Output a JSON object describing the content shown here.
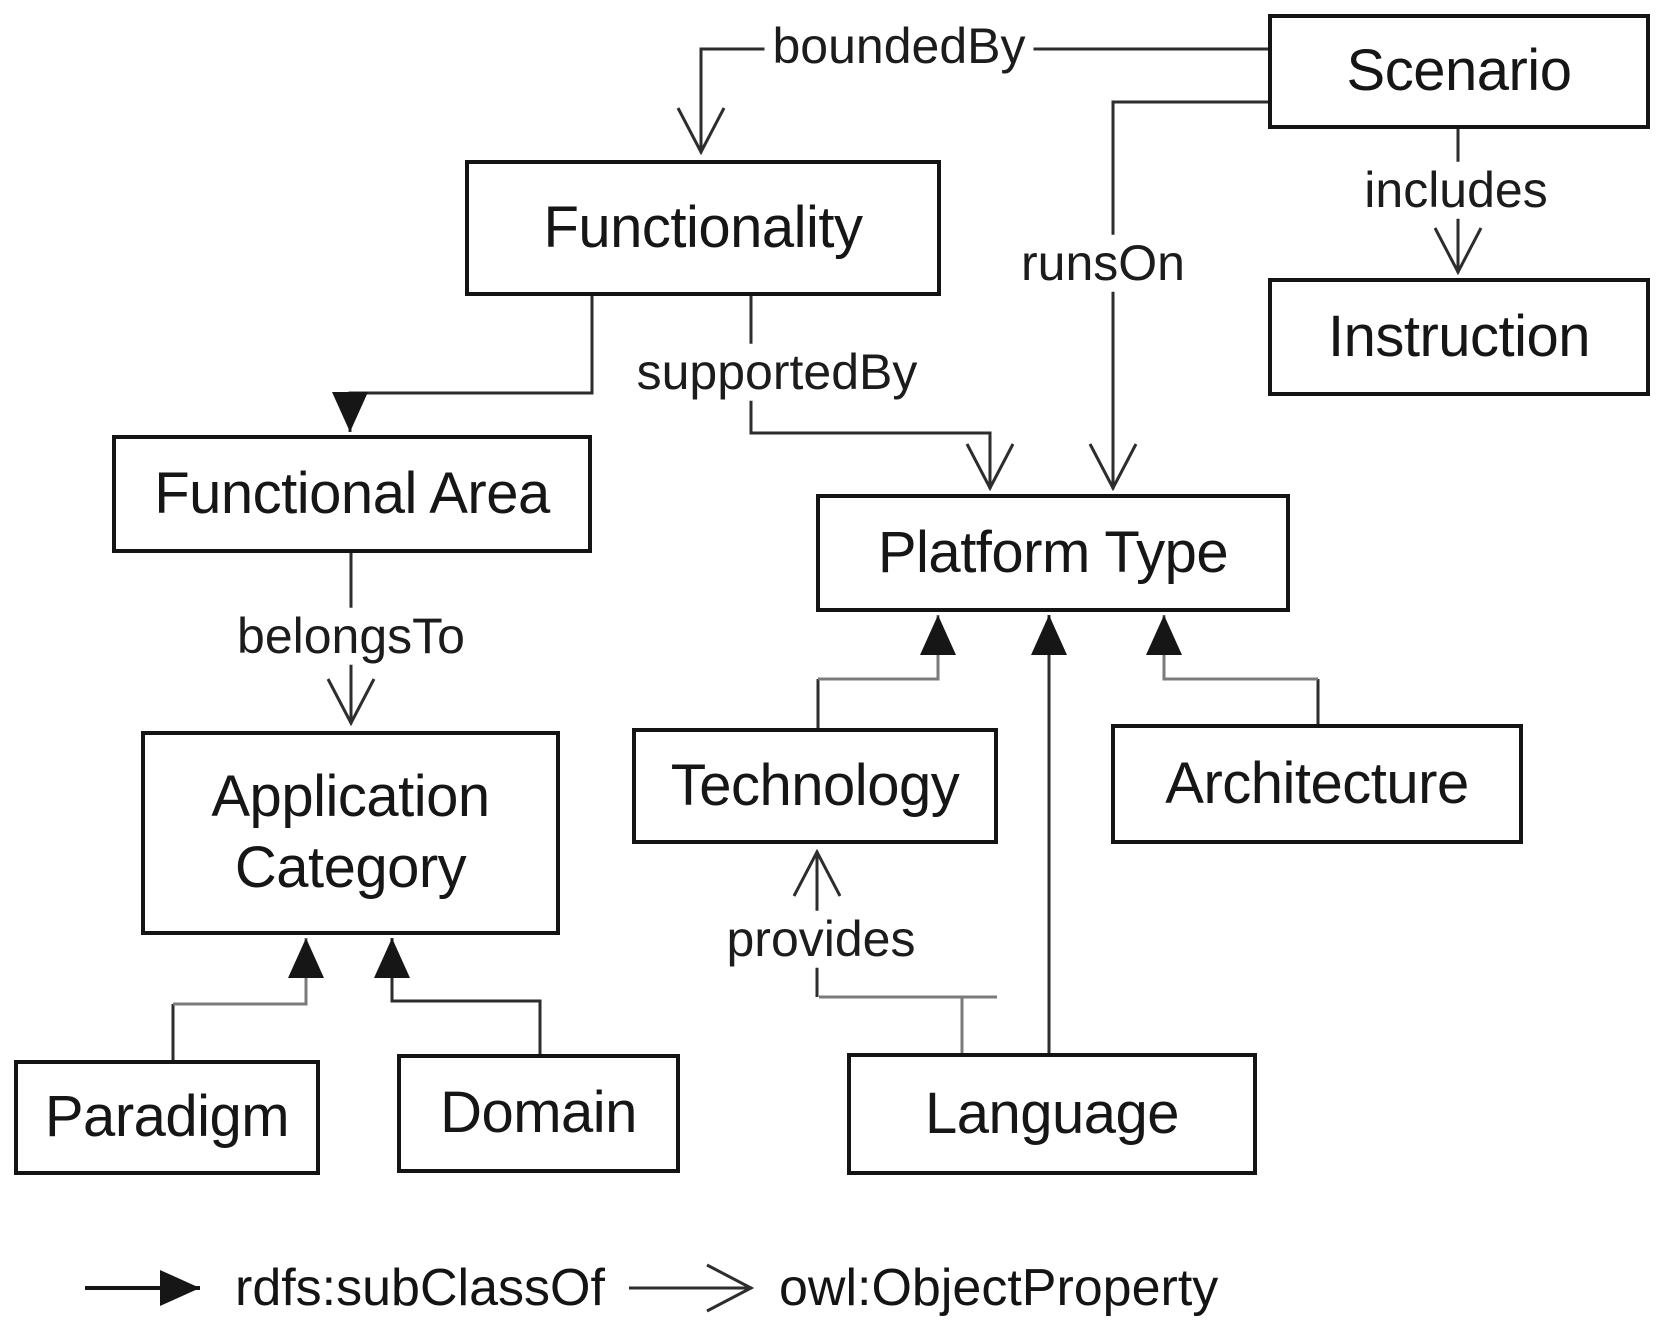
{
  "nodes": {
    "scenario": {
      "label": "Scenario"
    },
    "functionality": {
      "label": "Functionality"
    },
    "instruction": {
      "label": "Instruction"
    },
    "functional_area": {
      "label": "Functional Area"
    },
    "platform_type": {
      "label": "Platform Type"
    },
    "application_category": {
      "label": "Application Category"
    },
    "technology": {
      "label": "Technology"
    },
    "architecture": {
      "label": "Architecture"
    },
    "paradigm": {
      "label": "Paradigm"
    },
    "domain": {
      "label": "Domain"
    },
    "language": {
      "label": "Language"
    }
  },
  "edges": {
    "bounded_by": {
      "label": "boundedBy",
      "from": "Scenario",
      "to": "Functionality",
      "arrow": "open"
    },
    "includes": {
      "label": "includes",
      "from": "Scenario",
      "to": "Instruction",
      "arrow": "open"
    },
    "runs_on": {
      "label": "runsOn",
      "from": "Scenario",
      "to": "Platform Type",
      "arrow": "open"
    },
    "supported_by": {
      "label": "supportedBy",
      "from": "Functionality",
      "to": "Platform Type",
      "arrow": "open"
    },
    "belongs_to": {
      "label": "belongsTo",
      "from": "Functional Area",
      "to": "Application Category",
      "arrow": "open"
    },
    "provides": {
      "label": "provides",
      "from": "Language",
      "to": "Technology",
      "arrow": "open"
    },
    "subclass_edges": [
      {
        "from": "Functionality",
        "to": "Functional Area"
      },
      {
        "from": "Paradigm",
        "to": "Application Category"
      },
      {
        "from": "Domain",
        "to": "Application Category"
      },
      {
        "from": "Technology",
        "to": "Platform Type"
      },
      {
        "from": "Language",
        "to": "Platform Type"
      },
      {
        "from": "Architecture",
        "to": "Platform Type"
      }
    ]
  },
  "legend": {
    "subclass": {
      "label": "rdfs:subClassOf",
      "arrow": "filled-arrow"
    },
    "object_property": {
      "label": "owl:ObjectProperty",
      "arrow": "open-arrow"
    }
  },
  "colors": {
    "background": "#ffffff",
    "box_border": "#141414",
    "box_fill": "#ffffff",
    "text": "#161616",
    "line": "#2d2d2d",
    "line_gray": "#7b7b7b"
  }
}
